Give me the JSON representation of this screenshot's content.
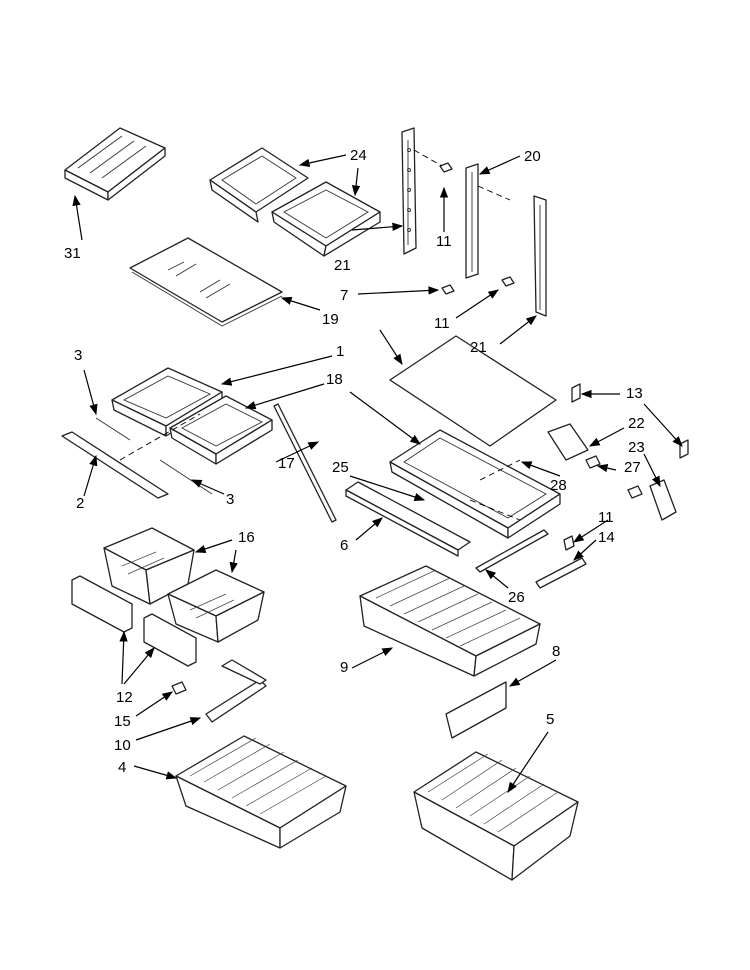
{
  "labels": {
    "p31": "31",
    "p24": "24",
    "p20": "20",
    "p21a": "21",
    "p11a": "11",
    "p7": "7",
    "p19": "19",
    "p11b": "11",
    "p21b": "21",
    "p3a": "3",
    "p1": "1",
    "p18": "18",
    "p13": "13",
    "p22": "22",
    "p23": "23",
    "p17": "17",
    "p2": "2",
    "p3b": "3",
    "p25": "25",
    "p27": "27",
    "p28": "28",
    "p6": "6",
    "p11c": "11",
    "p14": "14",
    "p16": "16",
    "p26": "26",
    "p9": "9",
    "p8": "8",
    "p12": "12",
    "p15": "15",
    "p10": "10",
    "p4": "4",
    "p5": "5"
  }
}
